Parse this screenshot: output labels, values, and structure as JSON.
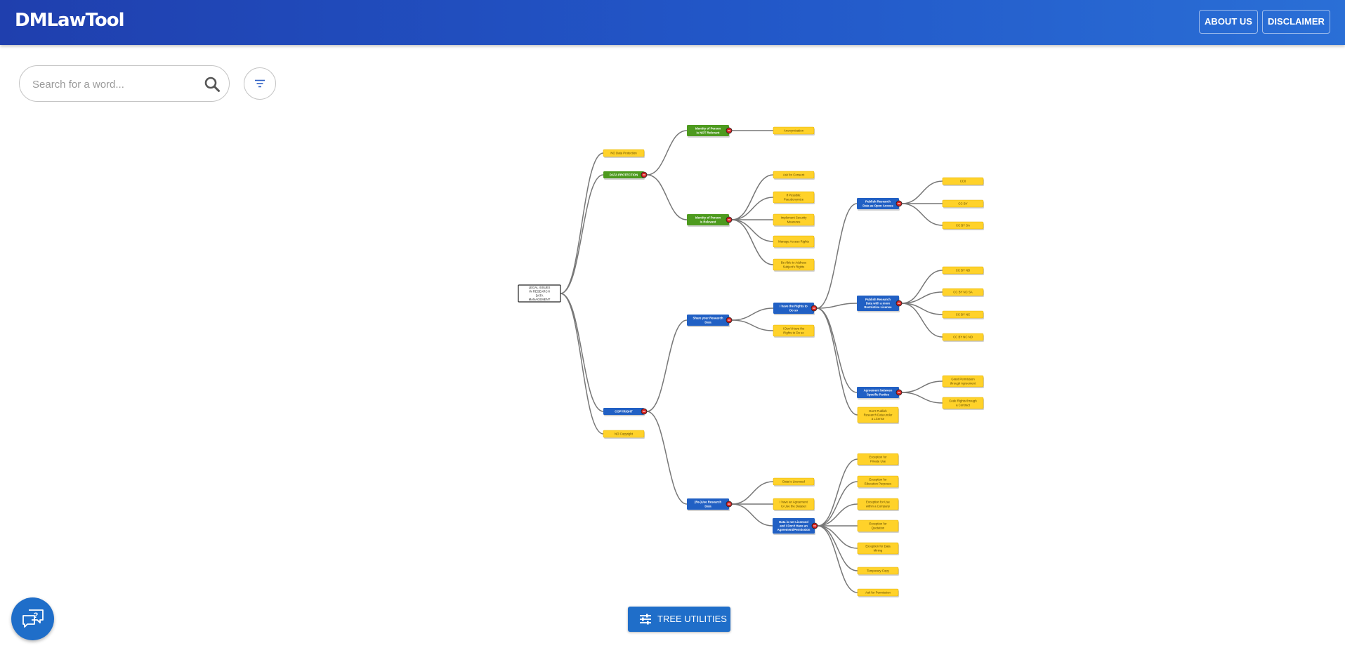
{
  "header": {
    "brand": "DMLawTool",
    "about_label": "ABOUT US",
    "disclaimer_label": "DISCLAIMER"
  },
  "search": {
    "placeholder": "Search for a word...",
    "value": ""
  },
  "icons": {
    "search": "search-icon",
    "filter": "filter-icon",
    "tree_utilities": "tune-icon",
    "help": "help-chat-icon",
    "collapse": "collapse-circle-icon"
  },
  "colors": {
    "header_start": "#1f3fae",
    "header_end": "#2a6fd6",
    "node_blue": "#2160c4",
    "node_green": "#4d9a1e",
    "node_yellow": "#ffd22a",
    "collapse_red": "#d42020",
    "link": "#777777"
  },
  "tree": {
    "nodes": [
      {
        "id": "root",
        "label": "LEGAL ISSUES IN RESEARCH DATA MANAGEMENT",
        "color": "white"
      },
      {
        "id": "nodp",
        "label": "NO Data Protection",
        "color": "yellow"
      },
      {
        "id": "dp",
        "label": "DATA PROTECTION",
        "color": "green",
        "collapsible": true
      },
      {
        "id": "id1",
        "label": "Identity of Person is NOT Relevant",
        "color": "green",
        "collapsible": true
      },
      {
        "id": "anon",
        "label": "Anonymization",
        "color": "yellow"
      },
      {
        "id": "id2",
        "label": "Identity of Person is Relevant",
        "color": "green",
        "collapsible": true
      },
      {
        "id": "consent",
        "label": "Ask for Consent",
        "color": "yellow"
      },
      {
        "id": "pseudo",
        "label": "If Possible: Pseudonymize",
        "color": "yellow"
      },
      {
        "id": "secure",
        "label": "Implement Security Measures",
        "color": "yellow"
      },
      {
        "id": "access",
        "label": "Manage Access Rights",
        "color": "yellow"
      },
      {
        "id": "subject",
        "label": "Be Able to Address Subject's Rights",
        "color": "yellow"
      },
      {
        "id": "cr",
        "label": "COPYRIGHT",
        "color": "blue",
        "collapsible": true
      },
      {
        "id": "nocr",
        "label": "NO Copyright",
        "color": "yellow"
      },
      {
        "id": "share",
        "label": "Share your Research Data",
        "color": "blue",
        "collapsible": true
      },
      {
        "id": "have",
        "label": "I have the Rights to Do so",
        "color": "blue",
        "collapsible": true
      },
      {
        "id": "donthave",
        "label": "I Don't Have the Rights to Do so",
        "color": "yellow"
      },
      {
        "id": "openacc",
        "label": "Publish Research Data as Open Access",
        "color": "blue",
        "collapsible": true
      },
      {
        "id": "cc0",
        "label": "CC0",
        "color": "yellow"
      },
      {
        "id": "ccby",
        "label": "CC BY",
        "color": "yellow"
      },
      {
        "id": "ccbysa",
        "label": "CC BY SA",
        "color": "yellow"
      },
      {
        "id": "restrict",
        "label": "Publish Research Data with a more Restrictive License",
        "color": "blue",
        "collapsible": true
      },
      {
        "id": "ccbynd",
        "label": "CC BY ND",
        "color": "yellow"
      },
      {
        "id": "ccbyncsa",
        "label": "CC BY NC SA",
        "color": "yellow"
      },
      {
        "id": "ccbync",
        "label": "CC BY NC",
        "color": "yellow"
      },
      {
        "id": "ccbyncnd",
        "label": "CC BY NC ND",
        "color": "yellow"
      },
      {
        "id": "agree",
        "label": "Agreement between Specific Parties",
        "color": "blue",
        "collapsible": true
      },
      {
        "id": "grant",
        "label": "Grant Permission through Agreement",
        "color": "yellow"
      },
      {
        "id": "cede",
        "label": "Cede Rights through a Contract",
        "color": "yellow"
      },
      {
        "id": "dontpub",
        "label": "Don't Publish Research Data under a License",
        "color": "yellow"
      },
      {
        "id": "reuse",
        "label": "(Re-)Use Research Data",
        "color": "blue",
        "collapsible": true
      },
      {
        "id": "licensed",
        "label": "Data is Licensed",
        "color": "yellow"
      },
      {
        "id": "agreement",
        "label": "I have an Agreement to Use the Dataset",
        "color": "yellow"
      },
      {
        "id": "notlic",
        "label": "Data is not Licensed and I Don't Have an Agreement/Permission",
        "color": "blue",
        "collapsible": true
      },
      {
        "id": "exprivate",
        "label": "Exception for Private Use",
        "color": "yellow"
      },
      {
        "id": "exedu",
        "label": "Exception for Education Purposes",
        "color": "yellow"
      },
      {
        "id": "excompany",
        "label": "Exception for Use within a Company",
        "color": "yellow"
      },
      {
        "id": "exquot",
        "label": "Exception for Quotation",
        "color": "yellow"
      },
      {
        "id": "exmining",
        "label": "Exception for Data Mining",
        "color": "yellow"
      },
      {
        "id": "tempcopy",
        "label": "Temporary Copy",
        "color": "yellow"
      },
      {
        "id": "askperm",
        "label": "Ask for Permission",
        "color": "yellow"
      }
    ],
    "links": [
      [
        "root",
        "nodp"
      ],
      [
        "root",
        "dp"
      ],
      [
        "root",
        "cr"
      ],
      [
        "root",
        "nocr"
      ],
      [
        "dp",
        "id1"
      ],
      [
        "dp",
        "id2"
      ],
      [
        "id1",
        "anon"
      ],
      [
        "id2",
        "consent"
      ],
      [
        "id2",
        "pseudo"
      ],
      [
        "id2",
        "secure"
      ],
      [
        "id2",
        "access"
      ],
      [
        "id2",
        "subject"
      ],
      [
        "cr",
        "share"
      ],
      [
        "cr",
        "reuse"
      ],
      [
        "share",
        "have"
      ],
      [
        "share",
        "donthave"
      ],
      [
        "have",
        "openacc"
      ],
      [
        "have",
        "restrict"
      ],
      [
        "have",
        "agree"
      ],
      [
        "have",
        "dontpub"
      ],
      [
        "openacc",
        "cc0"
      ],
      [
        "openacc",
        "ccby"
      ],
      [
        "openacc",
        "ccbysa"
      ],
      [
        "restrict",
        "ccbynd"
      ],
      [
        "restrict",
        "ccbyncsa"
      ],
      [
        "restrict",
        "ccbync"
      ],
      [
        "restrict",
        "ccbyncnd"
      ],
      [
        "agree",
        "grant"
      ],
      [
        "agree",
        "cede"
      ],
      [
        "reuse",
        "licensed"
      ],
      [
        "reuse",
        "agreement"
      ],
      [
        "reuse",
        "notlic"
      ],
      [
        "notlic",
        "exprivate"
      ],
      [
        "notlic",
        "exedu"
      ],
      [
        "notlic",
        "excompany"
      ],
      [
        "notlic",
        "exquot"
      ],
      [
        "notlic",
        "exmining"
      ],
      [
        "notlic",
        "tempcopy"
      ],
      [
        "notlic",
        "askperm"
      ]
    ]
  },
  "footer": {
    "tree_utilities_label": "TREE UTILITIES"
  }
}
